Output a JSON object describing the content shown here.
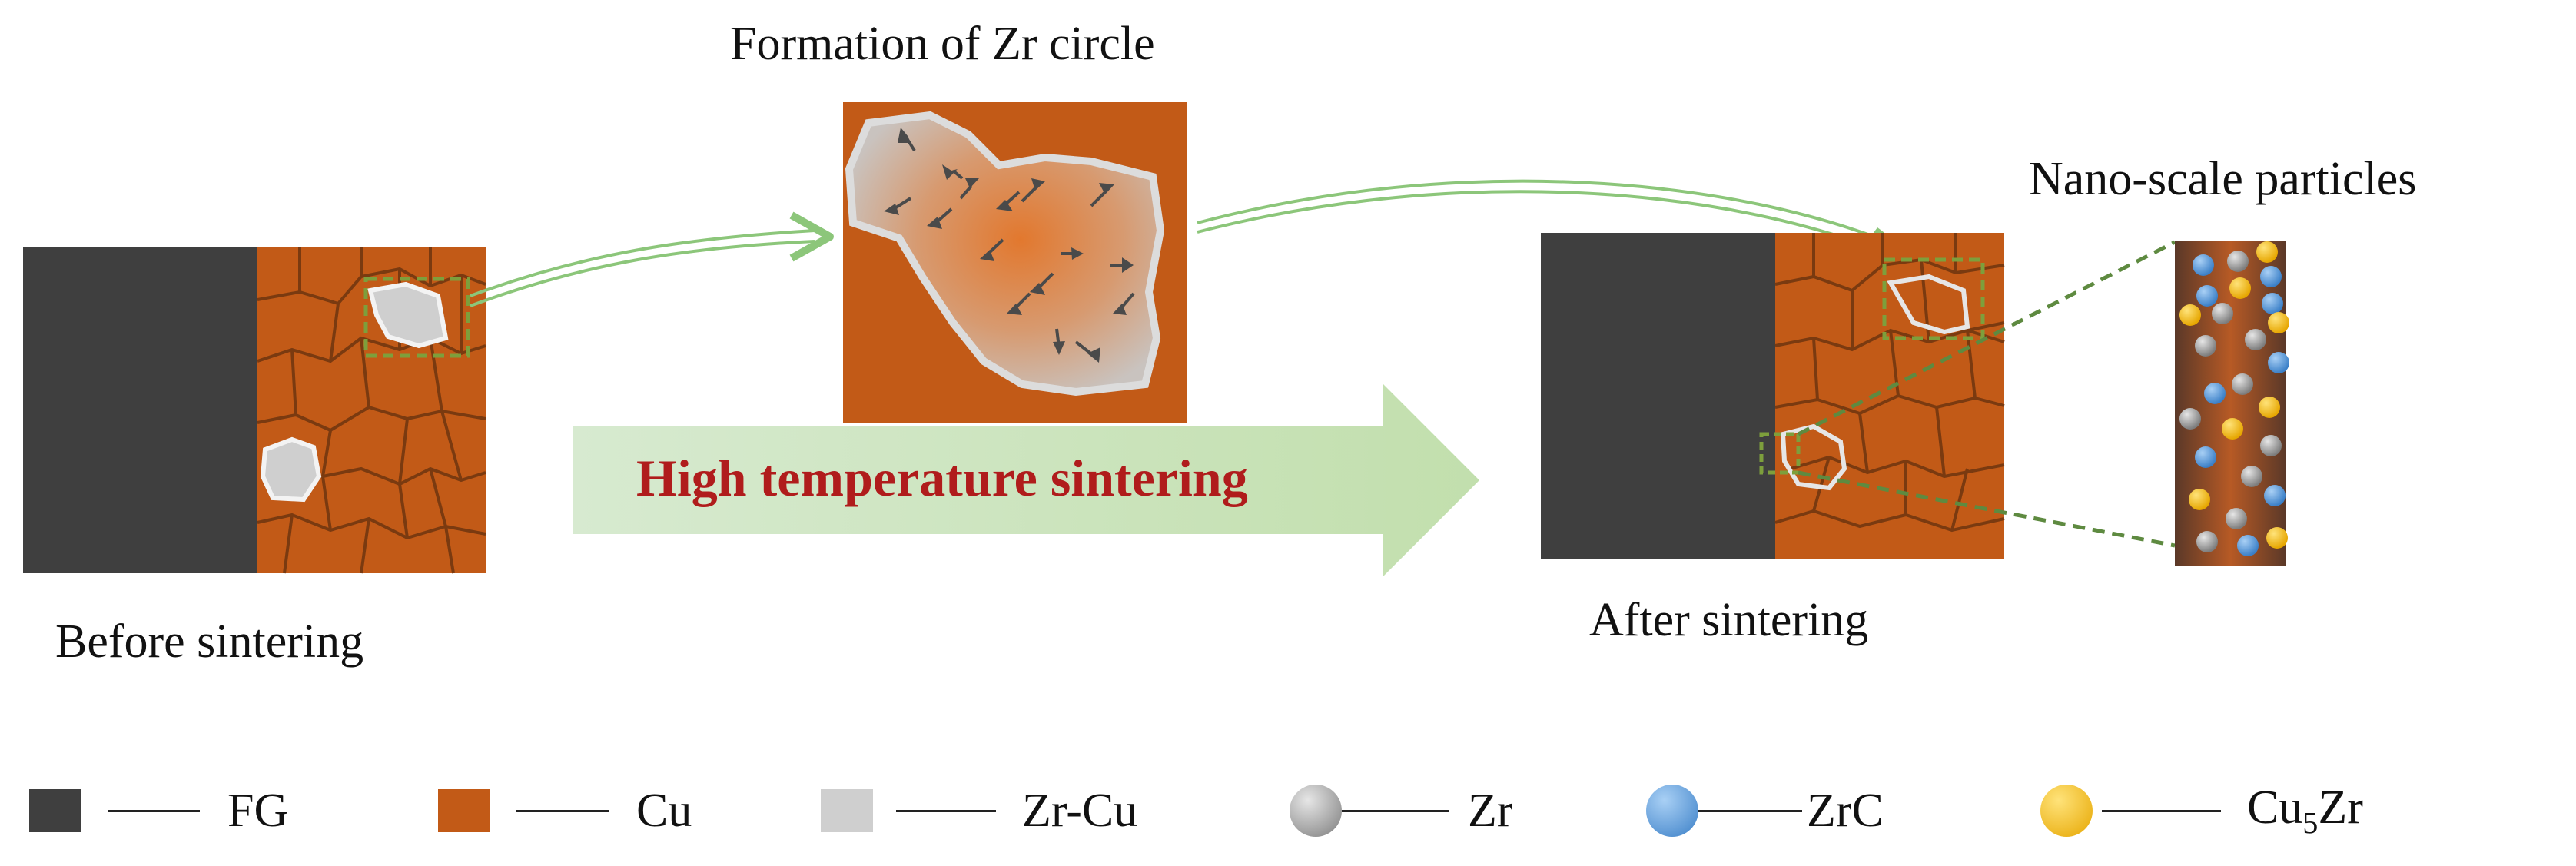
{
  "labels": {
    "formation": "Formation of Zr circle",
    "before": "Before sintering",
    "process": "High temperature sintering",
    "after": "After sintering",
    "nano": "Nano-scale particles"
  },
  "legend": [
    {
      "name": "FG",
      "kind": "square",
      "color": "#3f3f3f"
    },
    {
      "name": "Cu",
      "kind": "square",
      "color": "#c25a17"
    },
    {
      "name": "Zr-Cu",
      "kind": "square",
      "color": "#cfcfcf"
    },
    {
      "name": "Zr",
      "kind": "dot",
      "color": "#8c8c8c"
    },
    {
      "name": "ZrC",
      "kind": "dot",
      "color": "#4f93d8"
    },
    {
      "name_main": "Cu",
      "name_sub": "5",
      "name_tail": "Zr",
      "kind": "dot",
      "color": "#f3b800"
    }
  ],
  "colors": {
    "fg": "#3f3f3f",
    "cu": "#c25a17",
    "cu_boundary": "#7a3a10",
    "zrcu": "#cfcfcf",
    "arrow_green": "#c8e2b5",
    "curve_green": "#8cc67a",
    "zoom_box": "#7d9f3c",
    "dash_line": "#5e8a40",
    "process_text": "#b01c1c"
  }
}
